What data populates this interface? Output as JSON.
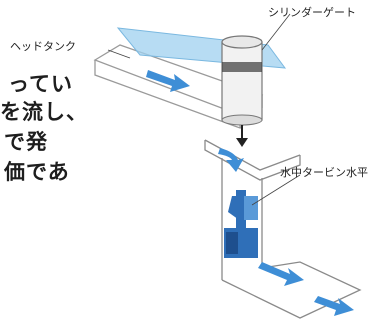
{
  "labels": {
    "cylinder_gate": "シリンダーゲート",
    "head_tank": "ヘッドタンク",
    "submerged_turbine": "水中タービン水平"
  },
  "body_text": {
    "line1": "ってい",
    "line2": "を流し、",
    "line3": "で発",
    "line4": "価であ"
  },
  "colors": {
    "water": "#3e8ed6",
    "water_light": "#9fd0ef",
    "machine_blue": "#2f6fb8",
    "outline": "#8a8a8a"
  },
  "icons": [
    "flow-arrow-icon",
    "down-arrow-icon"
  ]
}
